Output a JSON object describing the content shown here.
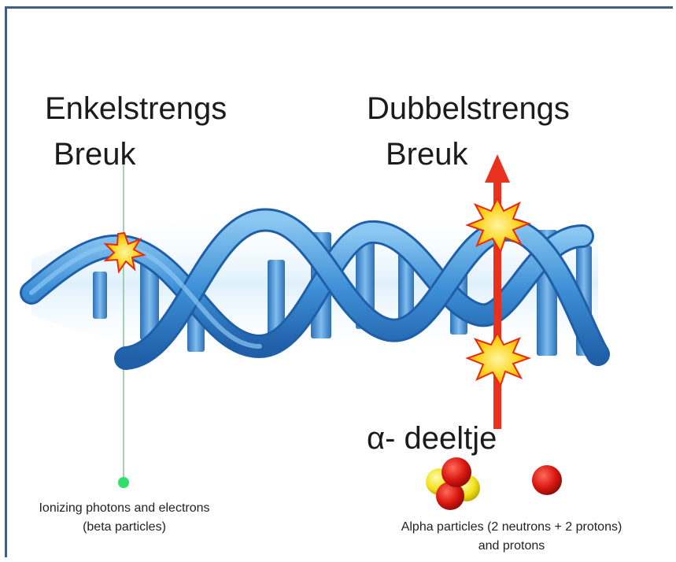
{
  "labels": {
    "single_strand_line1": "Enkelstrengs",
    "single_strand_line2": "Breuk",
    "double_strand_line1": "Dubbelstrengs",
    "double_strand_line2": "Breuk",
    "alpha_particle": "α- deeltje"
  },
  "captions": {
    "beta_line1": "Ionizing photons and electrons",
    "beta_line2": "(beta particles)",
    "alpha_line1": "Alpha particles (2 neutrons + 2 protons)",
    "alpha_line2": "and protons"
  },
  "colors": {
    "frame": "#3f5f86",
    "dna_strand": "#3d8fd6",
    "dna_rung": "#5aa6e0",
    "alpha_track": "#e8321e",
    "beta_track": "#86c39a",
    "beta_dot": "#2ee06a",
    "burst": "#ffd21a",
    "proton": "#d8160f",
    "neutron": "#f2e21c"
  }
}
